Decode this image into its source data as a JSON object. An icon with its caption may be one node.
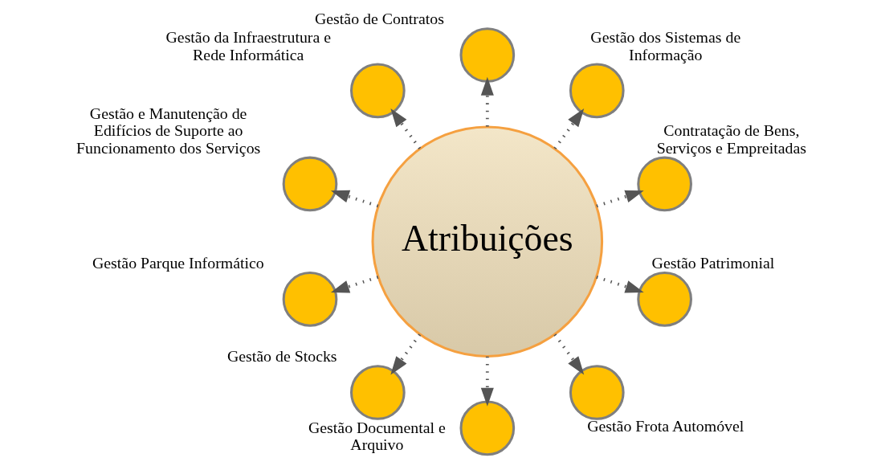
{
  "diagram": {
    "nodes": [
      {
        "text": [
          "Atribuições"
        ]
      },
      {
        "text": [
          "Contratação de Bens, Serviços e Empreitadas"
        ]
      },
      {
        "text": [
          "Gestão dos Sistemas de Informação"
        ]
      },
      {
        "text": [
          "Gestão de Contratos"
        ]
      },
      {
        "text": [
          "Gestão da Infraestrutura e Rede Informática"
        ]
      },
      {
        "text": [
          "Gestão e Manutenção de Edifícios de Suporte ao Funcionamento dos Serviços"
        ]
      },
      {
        "text": [
          "Gestão Parque Informático"
        ]
      },
      {
        "text": [
          "Gestão de Stocks"
        ]
      },
      {
        "text": [
          "Gestão Documental e Arquivo"
        ]
      },
      {
        "text": [
          "Gestão Frota Automóvel"
        ]
      },
      {
        "text": [
          "Gestão Patrimonial"
        ]
      }
    ],
    "edges": [
      {
        "from": 0,
        "to": 1,
        "arrow": "to",
        "style": "dashed"
      },
      {
        "from": 0,
        "to": 2,
        "arrow": "to",
        "style": "dashed"
      },
      {
        "from": 0,
        "to": 3,
        "arrow": "to",
        "style": "dashed"
      },
      {
        "from": 0,
        "to": 4,
        "arrow": "to",
        "style": "dashed"
      },
      {
        "from": 0,
        "to": 5,
        "arrow": "to",
        "style": "dashed"
      },
      {
        "from": 0,
        "to": 6,
        "arrow": "to",
        "style": "dashed"
      },
      {
        "from": 0,
        "to": 7,
        "arrow": "to",
        "style": "dashed"
      },
      {
        "from": 0,
        "to": 8,
        "arrow": "to",
        "style": "dashed"
      },
      {
        "from": 0,
        "to": 9,
        "arrow": "to",
        "style": "dashed"
      },
      {
        "from": 0,
        "to": 10,
        "arrow": "to",
        "style": "dashed"
      }
    ]
  }
}
